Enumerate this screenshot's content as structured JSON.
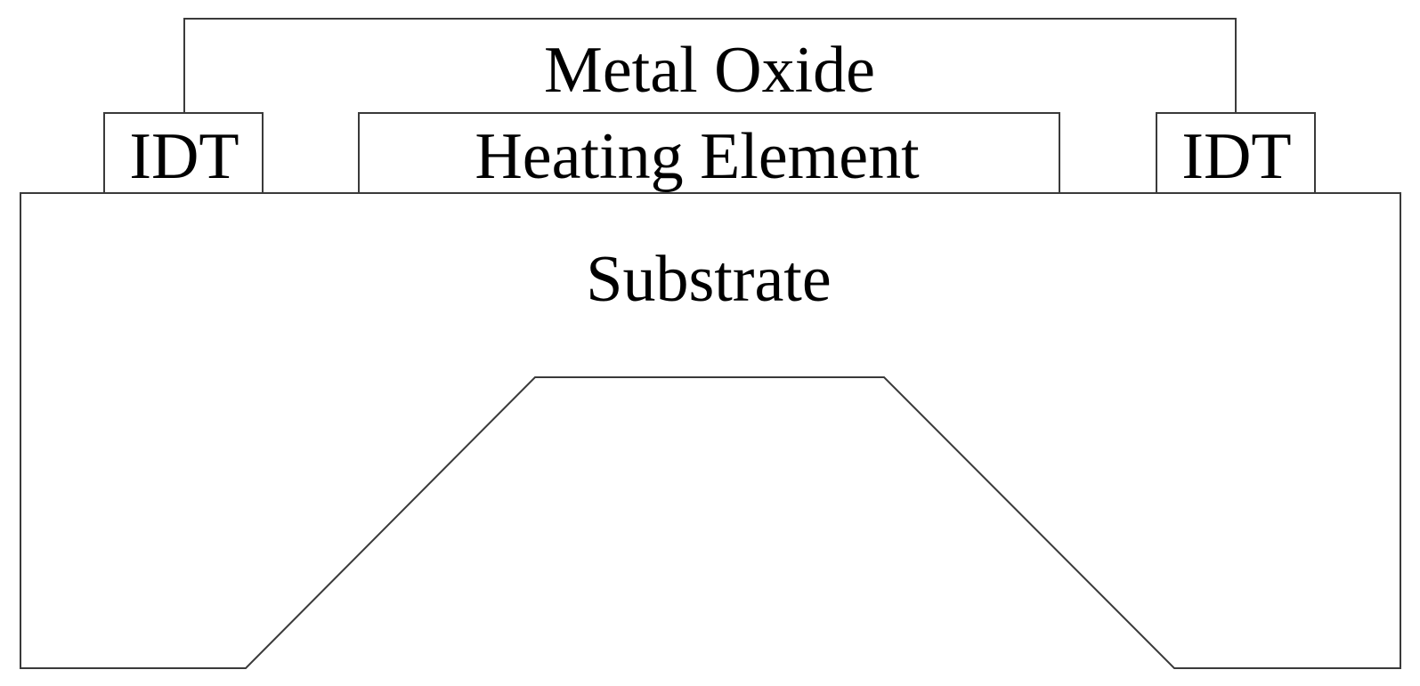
{
  "diagram": {
    "labels": {
      "metal_oxide": "Metal Oxide",
      "idt_left": "IDT",
      "heating_element": "Heating Element",
      "idt_right": "IDT",
      "substrate": "Substrate"
    }
  }
}
